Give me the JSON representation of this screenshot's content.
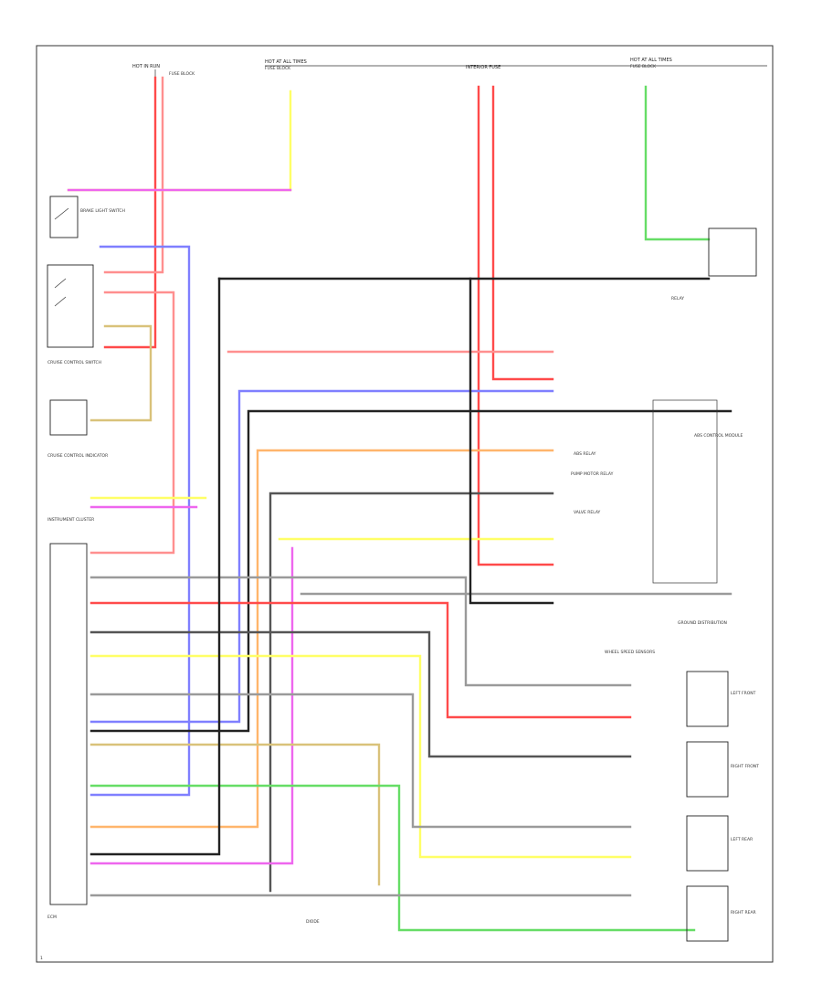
{
  "labels": {
    "hot_in_run": "HOT IN RUN",
    "hot_at_all_times": "HOT AT ALL TIMES",
    "fuse_block_1": "FUSE BLOCK",
    "fuse_block_2": "FUSE BLOCK",
    "fuse_block_3": "FUSE BLOCK",
    "interior_fuse": "INTERIOR FUSE",
    "ground_dist": "GROUND DISTRIBUTION",
    "brake_switch": "BRAKE LIGHT SWITCH",
    "cruise_switch": "CRUISE CONTROL SWITCH",
    "cruise_indicator": "CRUISE CONTROL INDICATOR",
    "instrument_cluster": "INSTRUMENT CLUSTER",
    "ecm": "ECM",
    "abs_module": "ABS CONTROL MODULE",
    "abs_sensors": "WHEEL SPEED SENSORS",
    "front_left": "LEFT FRONT",
    "front_right": "RIGHT FRONT",
    "rear_left": "LEFT REAR",
    "rear_right": "RIGHT REAR",
    "diode": "DIODE",
    "relay": "RELAY",
    "abs_relay": "ABS RELAY",
    "pump_relay": "PUMP MOTOR RELAY",
    "valve_relay": "VALVE RELAY",
    "page_ref": "1"
  },
  "colors": {
    "red": "#ff4a4a",
    "pink": "#ff8f8f",
    "yellow": "#ffff66",
    "tan": "#d9c27a",
    "green": "#66dd66",
    "violet": "#ee66ee",
    "blue": "#7f7fff",
    "gray": "#9a9a9a",
    "dark": "#555555",
    "black": "#222222",
    "orange": "#ffb56b"
  }
}
